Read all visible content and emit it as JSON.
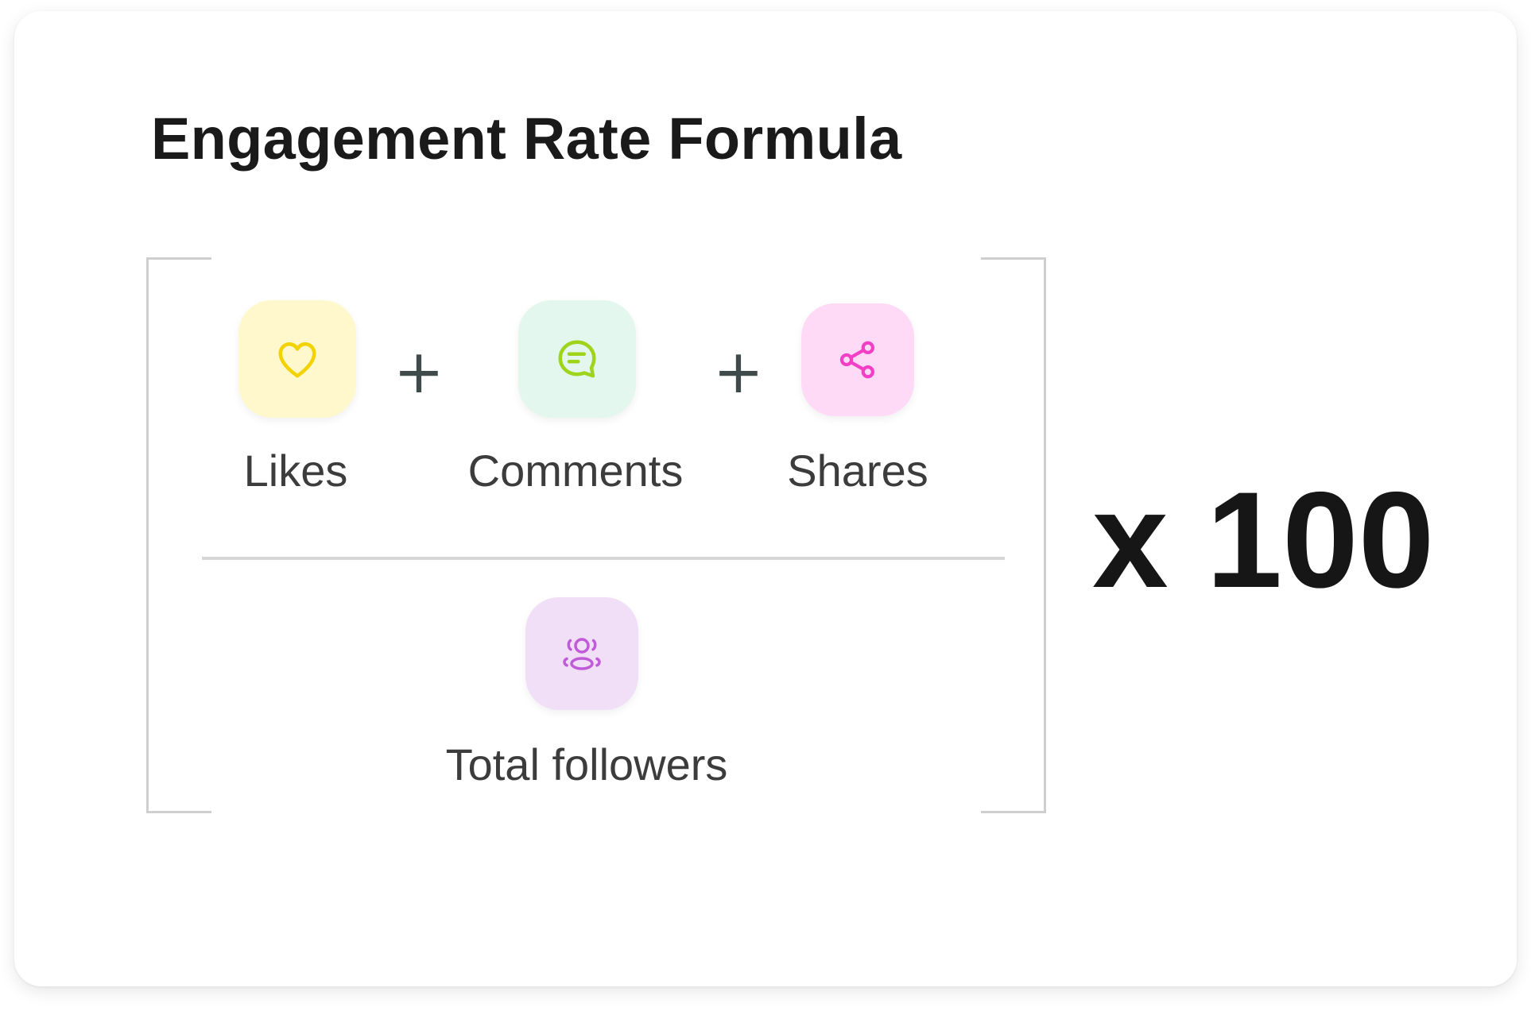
{
  "title": "Engagement Rate Formula",
  "numerator": {
    "items": [
      {
        "label": "Likes",
        "icon": "heart-icon",
        "tile_color": "#fff8cc",
        "icon_color": "#f2d200"
      },
      {
        "label": "Comments",
        "icon": "comment-icon",
        "tile_color": "#e3f7ef",
        "icon_color": "#9fd41c"
      },
      {
        "label": "Shares",
        "icon": "share-icon",
        "tile_color": "#ffdaf6",
        "icon_color": "#f23fc6"
      }
    ],
    "operator": "+"
  },
  "denominator": {
    "label": "Total followers",
    "icon": "followers-icon",
    "tile_color": "#f1dff7",
    "icon_color": "#c05ad8"
  },
  "multiplier": "x 100"
}
